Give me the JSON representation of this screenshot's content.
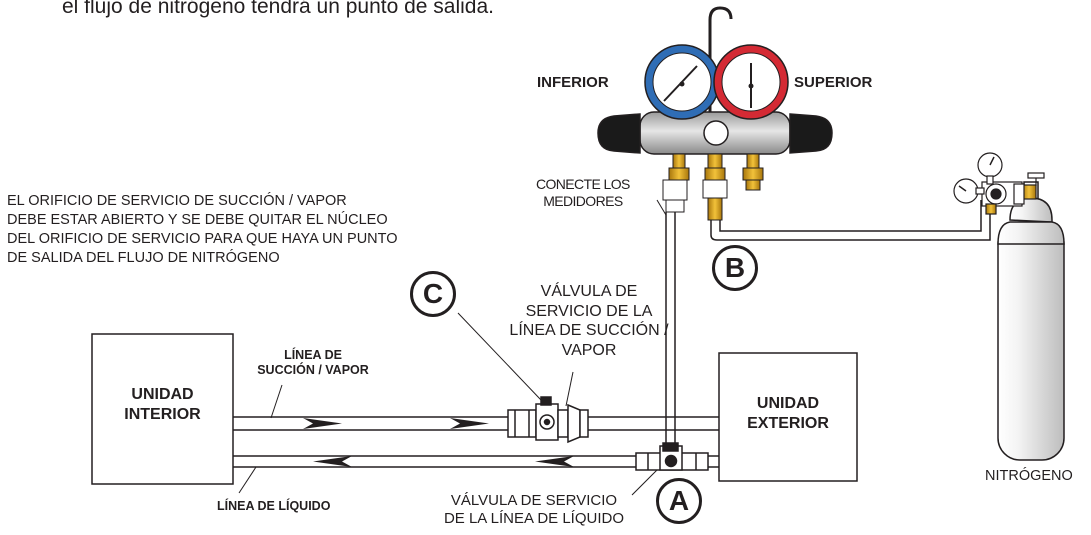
{
  "header": {
    "cut_line": "el flujo de nitrógeno tendrá un punto de salida."
  },
  "manifold": {
    "low_label": "INFERIOR",
    "high_label": "SUPERIOR",
    "connect_label": "CONECTE LOS\nMEDIDORES"
  },
  "note": {
    "text": "EL ORIFICIO DE SERVICIO DE SUCCIÓN / VAPOR\nDEBE ESTAR ABIERTO Y SE DEBE QUITAR EL NÚCLEO\nDEL ORIFICIO DE SERVICIO PARA QUE HAYA UN PUNTO\nDE SALIDA DEL FLUJO DE NITRÓGENO"
  },
  "markers": {
    "a": "A",
    "b": "B",
    "c": "C"
  },
  "valves": {
    "suction_valve_label": "VÁLVULA DE\nSERVICIO DE LA\nLÍNEA DE SUCCIÓN /\nVAPOR",
    "liquid_valve_label": "VÁLVULA DE SERVICIO\nDE LA LÍNEA DE LÍQUIDO"
  },
  "lines": {
    "suction_line_label": "LÍNEA DE\nSUCCIÓN / VAPOR",
    "liquid_line_label": "LÍNEA DE LÍQUIDO"
  },
  "units": {
    "indoor_label": "UNIDAD\nINTERIOR",
    "outdoor_label": "UNIDAD\nEXTERIOR"
  },
  "cylinder": {
    "label": "NITRÓGENO"
  },
  "colors": {
    "ink": "#231f20",
    "low_gauge": "#2f6db5",
    "high_gauge": "#d42a34",
    "brass": "#d9a21b",
    "manifold_body": "#c8c8c8"
  }
}
